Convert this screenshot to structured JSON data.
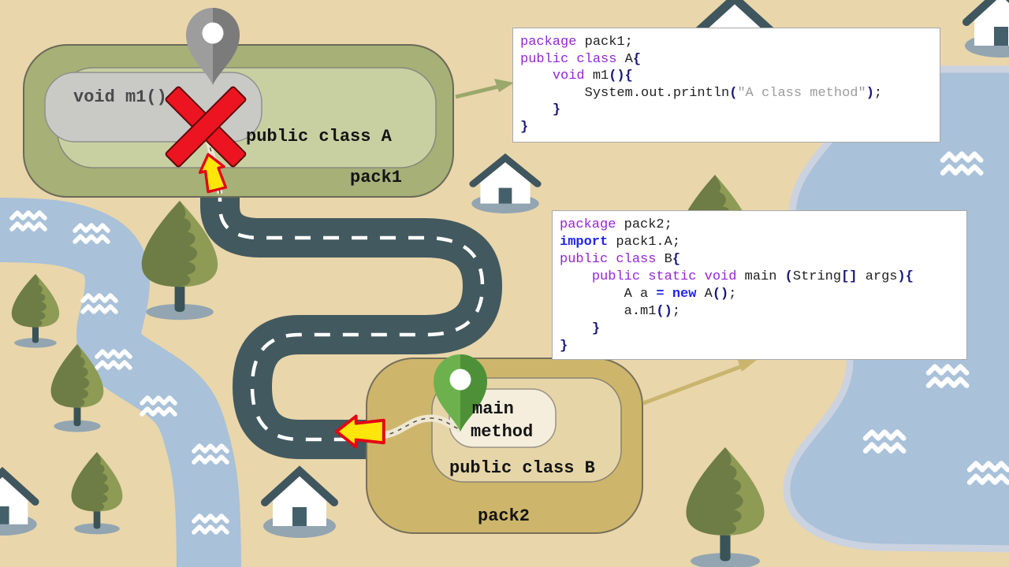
{
  "map": {
    "pack1": {
      "package_label": "pack1",
      "class_label": "public class A",
      "method_label": "void m1()",
      "pin_icon": "gray-location-pin",
      "blocked_icon": "red-x-mark",
      "arrow_icon": "yellow-up-arrow"
    },
    "pack2": {
      "package_label": "pack2",
      "class_label": "public class B",
      "method_label_line1": "main",
      "method_label_line2": "method",
      "pin_icon": "green-location-pin",
      "arrow_icon": "yellow-left-arrow"
    },
    "decorations": [
      "road",
      "river",
      "lake",
      "trees",
      "houses",
      "water-waves"
    ]
  },
  "code_blocks": [
    {
      "name": "pack1-source",
      "lines": [
        [
          [
            "kw",
            "package"
          ],
          [
            "pl",
            " pack1;"
          ]
        ],
        [
          [
            "kw",
            "public class"
          ],
          [
            "pl",
            " A"
          ],
          [
            "b",
            "{"
          ]
        ],
        [
          [
            "pl",
            "    "
          ],
          [
            "kw",
            "void"
          ],
          [
            "pl",
            " m1"
          ],
          [
            "b",
            "(){"
          ]
        ],
        [
          [
            "pl",
            "        System.out.println"
          ],
          [
            "b",
            "("
          ],
          [
            "str",
            "\"A class method\""
          ],
          [
            "b",
            ")"
          ],
          [
            "pl",
            ";"
          ]
        ],
        [
          [
            "pl",
            "    "
          ],
          [
            "b",
            "}"
          ]
        ],
        [
          [
            "b",
            "}"
          ]
        ]
      ]
    },
    {
      "name": "pack2-source",
      "lines": [
        [
          [
            "kw",
            "package"
          ],
          [
            "pl",
            " pack2;"
          ]
        ],
        [
          [
            "kwb",
            "import"
          ],
          [
            "pl",
            " pack1.A;"
          ]
        ],
        [
          [
            "kw",
            "public class"
          ],
          [
            "pl",
            " B"
          ],
          [
            "b",
            "{"
          ]
        ],
        [
          [
            "pl",
            "    "
          ],
          [
            "kw",
            "public static void"
          ],
          [
            "pl",
            " main "
          ],
          [
            "b",
            "("
          ],
          [
            "pl",
            "String"
          ],
          [
            "b",
            "[]"
          ],
          [
            "pl",
            " args"
          ],
          [
            "b",
            "){"
          ]
        ],
        [
          [
            "pl",
            "        A a "
          ],
          [
            "kwb",
            "="
          ],
          [
            "pl",
            " "
          ],
          [
            "kwb",
            "new"
          ],
          [
            "pl",
            " A"
          ],
          [
            "b",
            "()"
          ],
          [
            "pl",
            ";"
          ]
        ],
        [
          [
            "pl",
            "        a.m1"
          ],
          [
            "b",
            "()"
          ],
          [
            "pl",
            ";"
          ]
        ],
        [
          [
            "pl",
            "    "
          ],
          [
            "b",
            "}"
          ]
        ],
        [
          [
            "b",
            "}"
          ]
        ]
      ]
    }
  ],
  "colors": {
    "background": "#e9d6ab",
    "water": "#a9c1d9",
    "lake_border": "#cbd2e0",
    "road": "#42595f",
    "road_line": "#ffffff",
    "pack1_outer": "#a6b077",
    "pack1_inner": "#c8d0a2",
    "pack1_method": "#c9c9c6",
    "pack2_outer": "#cdb66b",
    "pack2_inner": "#e6d5a7",
    "pack2_method": "#f5eedd",
    "tree_light": "#8d9b55",
    "tree_dark": "#6e7c45",
    "trunk": "#3a5356",
    "shadow": "#92a5b1",
    "pin_gray_light": "#9d9d9d",
    "pin_gray_dark": "#7b7b7b",
    "pin_green_light": "#6cb14e",
    "pin_green_dark": "#4e9037",
    "x_red": "#ec1420",
    "arrow_yellow": "#ffe60a",
    "arrow_red_border": "#e30613",
    "keyword_purple": "#9426d3",
    "keyword_blue": "#2125e8",
    "brace_navy": "#16167d",
    "string_gray": "#9c9c9c"
  }
}
